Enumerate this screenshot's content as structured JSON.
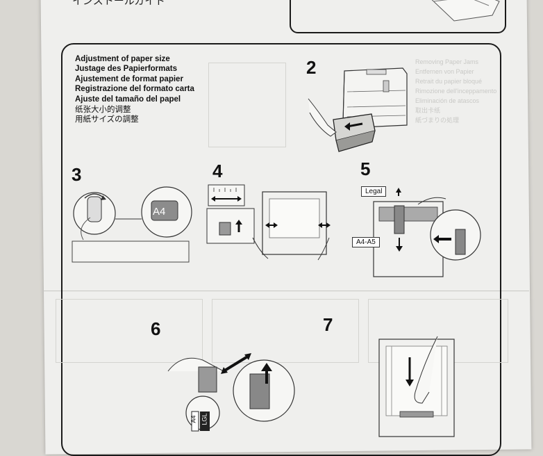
{
  "header": {
    "title_fragment": "インストールガイド"
  },
  "section": {
    "headings": [
      "Adjustment of paper size",
      "Justage des Papierformats",
      "Ajustement de format papier",
      "Registrazione del formato carta",
      "Ajuste del tamaño del papel",
      "纸张大小的调整",
      "用紙サイズの調整"
    ]
  },
  "steps": {
    "s2": "2",
    "s3": "3",
    "s4": "4",
    "s5": "5",
    "s6": "6",
    "s7": "7"
  },
  "labels": {
    "a4_badge": "A4",
    "legal_tag": "Legal",
    "a4a5_tag": "A4-A5",
    "small_a4": "A4",
    "small_lgl": "LGL"
  },
  "colors": {
    "paper": "#efefed",
    "ink": "#1a1a1a",
    "badge_gray": "#8c8c8c",
    "arrow_black": "#111111"
  }
}
